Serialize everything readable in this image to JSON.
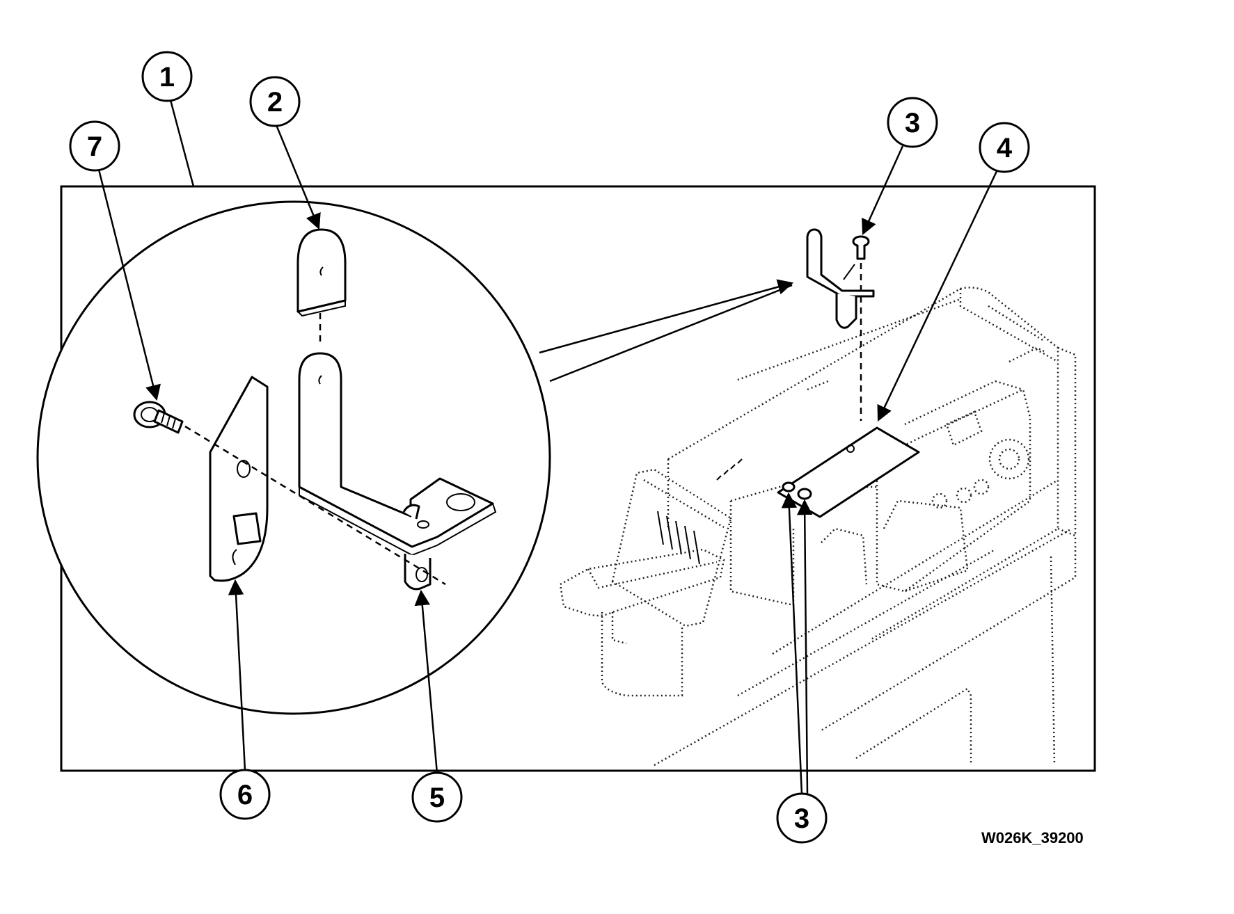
{
  "callouts": {
    "c1": "1",
    "c2": "2",
    "c3a": "3",
    "c4": "4",
    "c7": "7",
    "c6": "6",
    "c5": "5",
    "c3b": "3"
  },
  "figure_id": "W026K_39200",
  "colors": {
    "line": "#000000",
    "background": "#ffffff"
  }
}
